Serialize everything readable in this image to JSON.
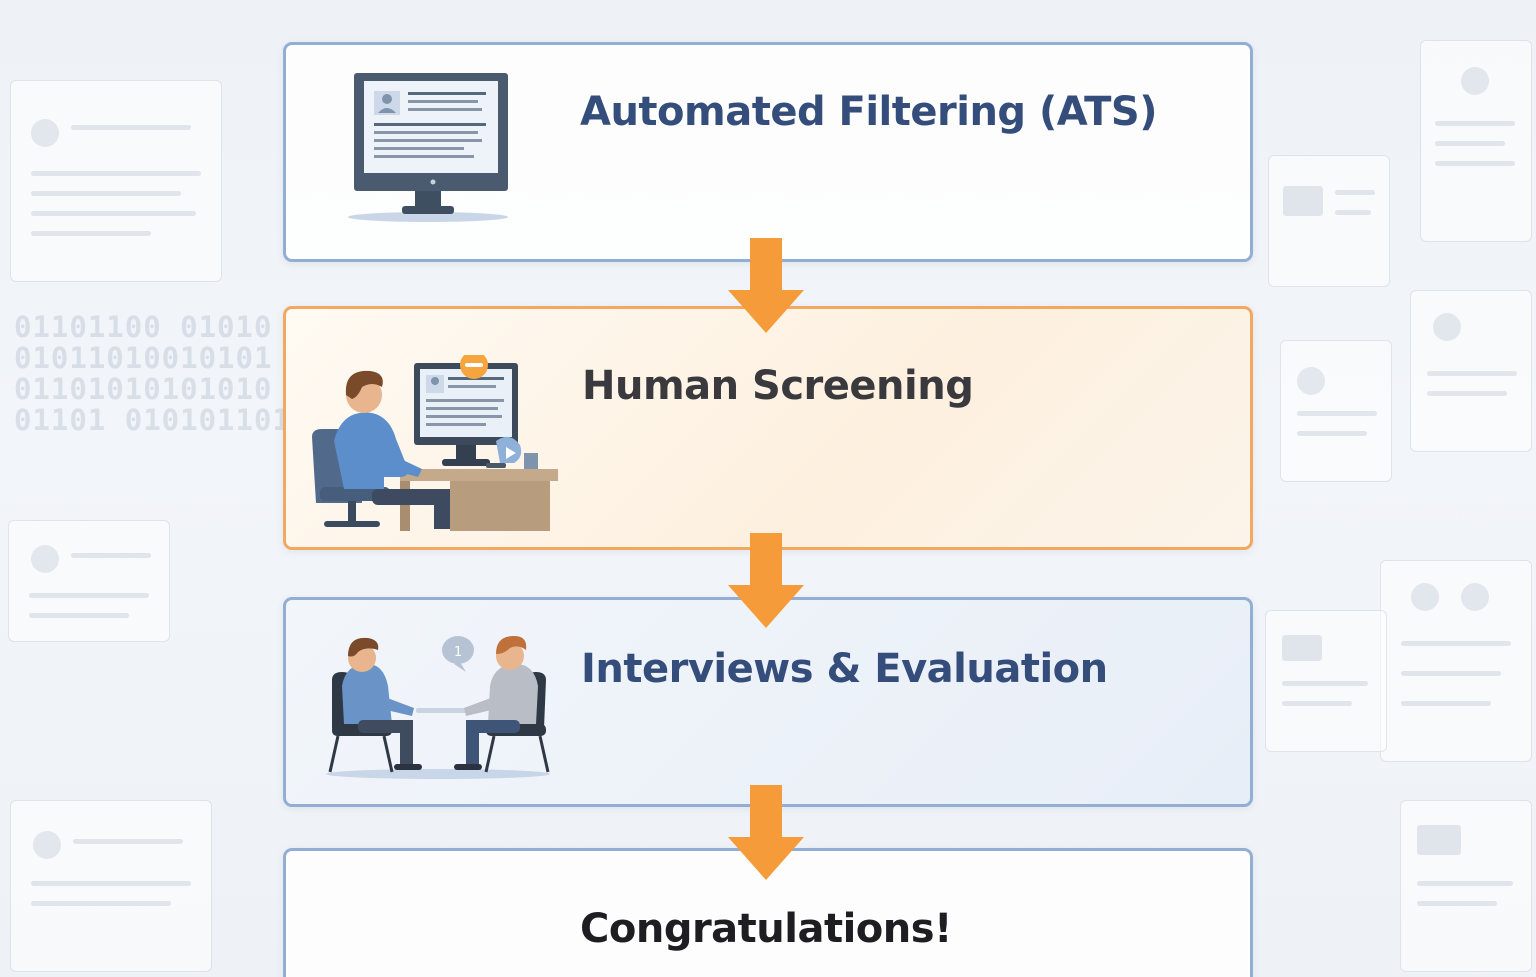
{
  "stages": [
    {
      "title": "Automated Filtering (ATS)",
      "icon": "computer-monitor-icon"
    },
    {
      "title": "Human Screening",
      "icon": "person-at-desk-icon"
    },
    {
      "title": "Interviews & Evaluation",
      "icon": "interview-people-icon"
    },
    {
      "title": "Congratulations!"
    }
  ],
  "background": {
    "binary_lines": [
      "01101100 01010",
      "01011010010101",
      "01101010101010",
      "01101 010101101"
    ]
  },
  "colors": {
    "arrow": "#f59b3a",
    "card_border_blue": "#93aed3",
    "card_border_orange": "#f2a860",
    "title_blue": "#344d7a",
    "title_dark": "#1d1d22"
  }
}
